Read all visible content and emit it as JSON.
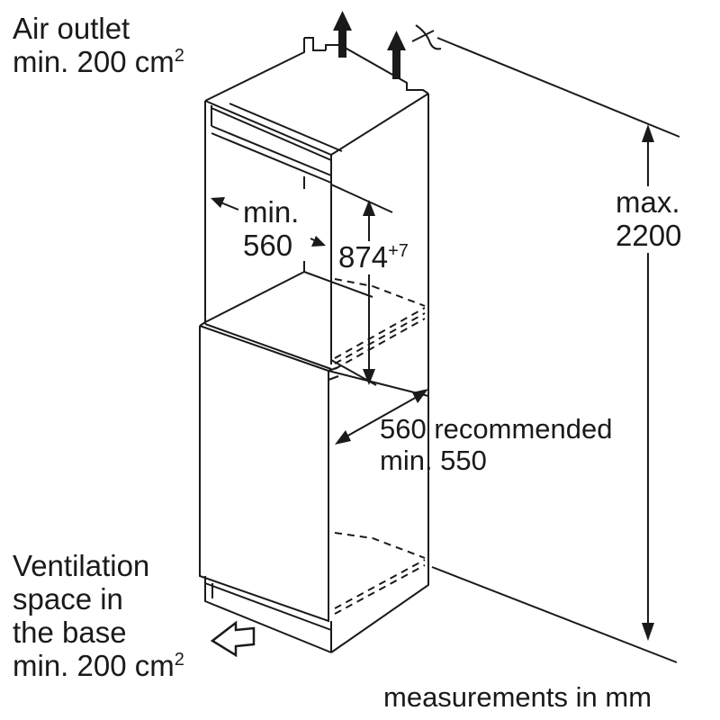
{
  "labels": {
    "air_outlet": {
      "line1": "Air outlet",
      "line2": "min. 200 cm",
      "sup": "2"
    },
    "ventilation": {
      "line1": "Ventilation",
      "line2": "space in",
      "line3": "the base",
      "line4": "min. 200 cm",
      "sup": "2"
    },
    "niche_width": {
      "line1": "min.",
      "line2": "560"
    },
    "height_874": {
      "value": "874",
      "sup": "+7"
    },
    "max_height": {
      "line1": "max.",
      "line2": "2200"
    },
    "depth": {
      "line1": "560 recommended",
      "line2": "min. 550"
    },
    "units": "measurements in mm"
  },
  "icons": [
    "up-arrow-icon",
    "ventilation-arrow-icon",
    "cut-symbol-icon"
  ],
  "colors": {
    "line": "#1a1a1a",
    "background": "#ffffff"
  }
}
